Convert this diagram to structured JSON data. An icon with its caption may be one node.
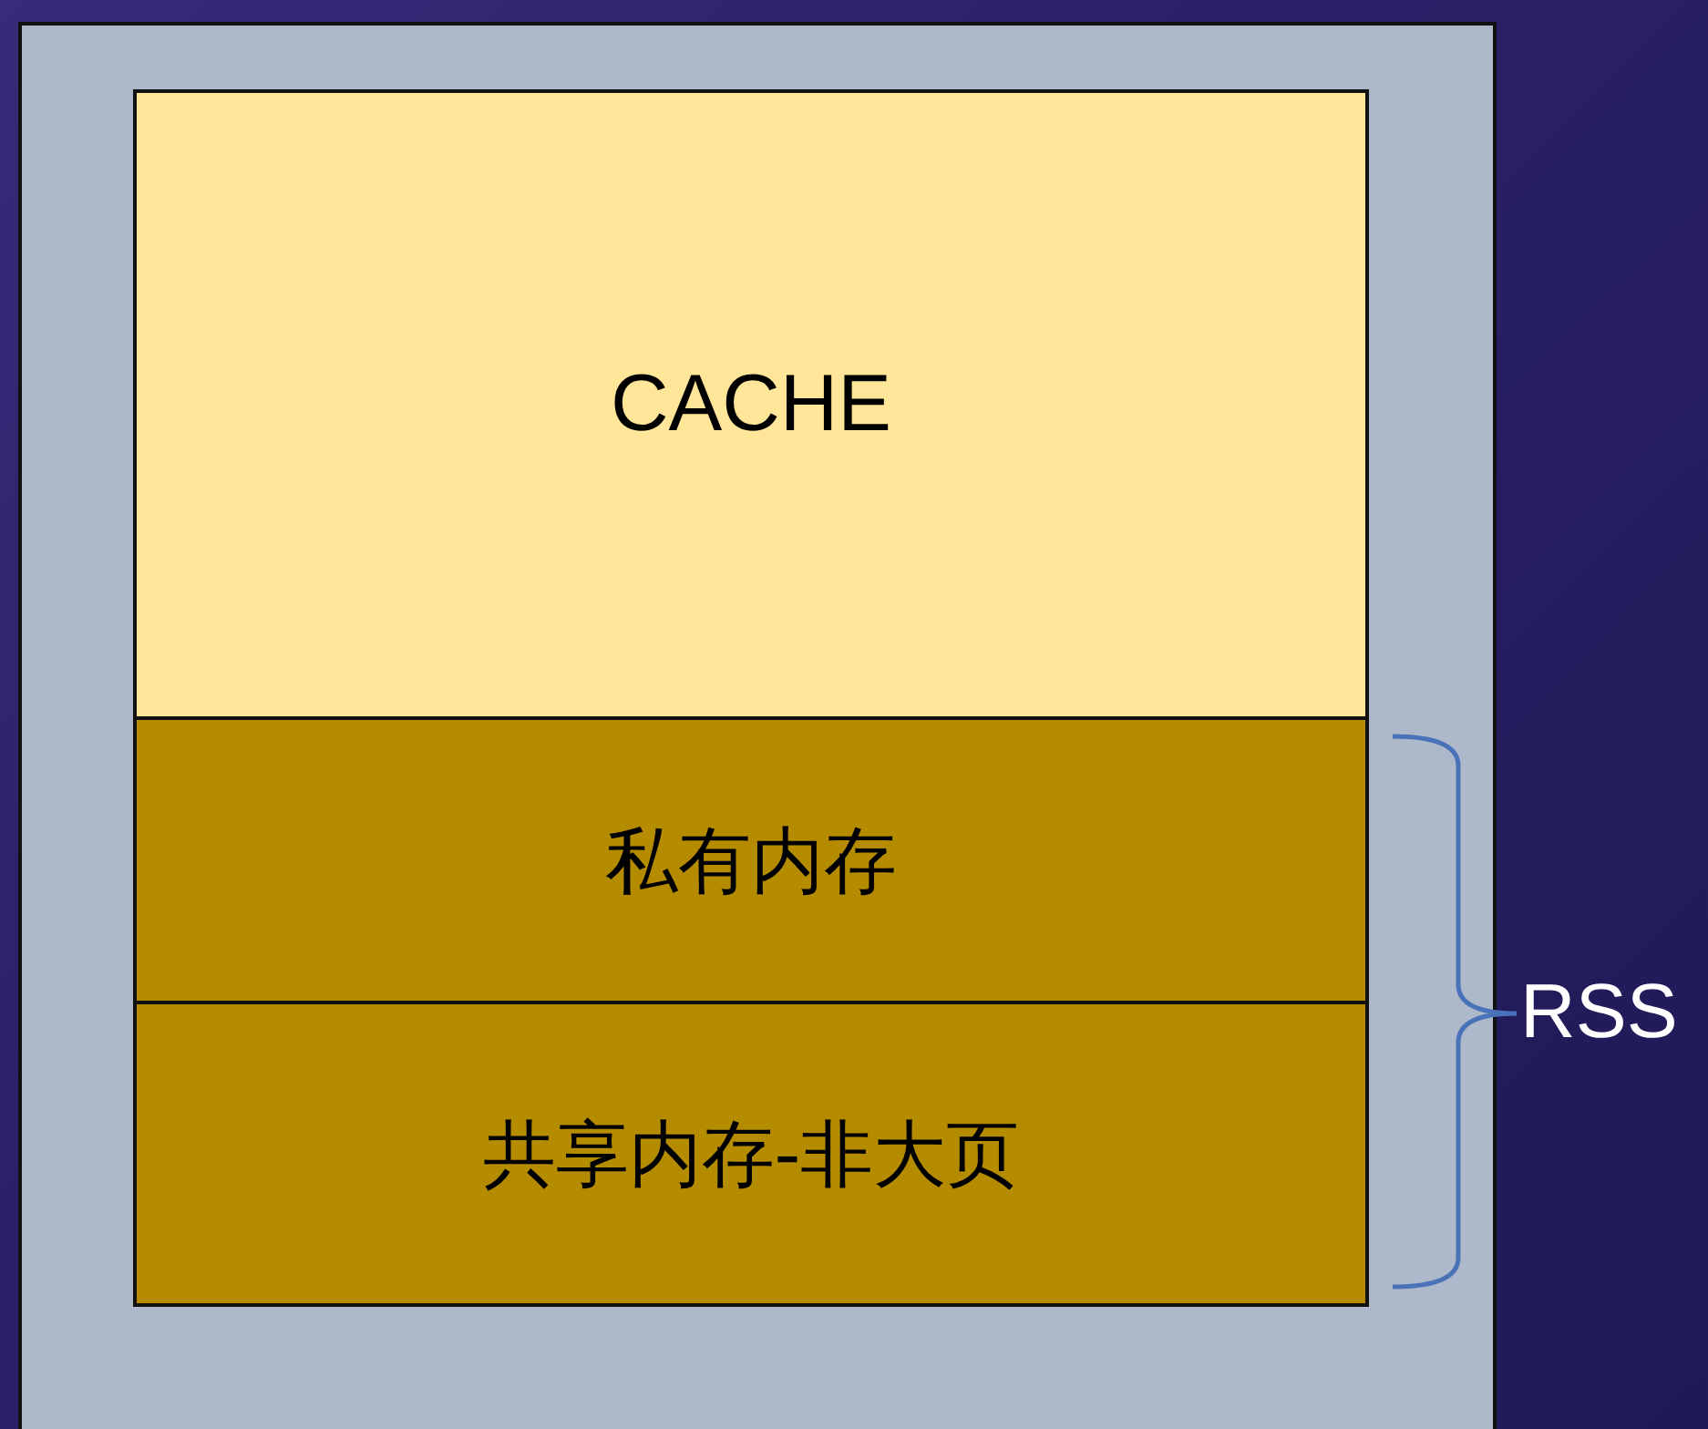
{
  "diagram": {
    "nodes": [
      {
        "text": [],
        "shape": "box"
      },
      {
        "text": [
          "CACHE"
        ],
        "in": 0
      },
      {
        "text": [
          "私有内存"
        ],
        "in": 0
      },
      {
        "text": [
          "共享内存-非大页"
        ],
        "in": 0
      }
    ],
    "labels": [
      "RSS"
    ]
  }
}
